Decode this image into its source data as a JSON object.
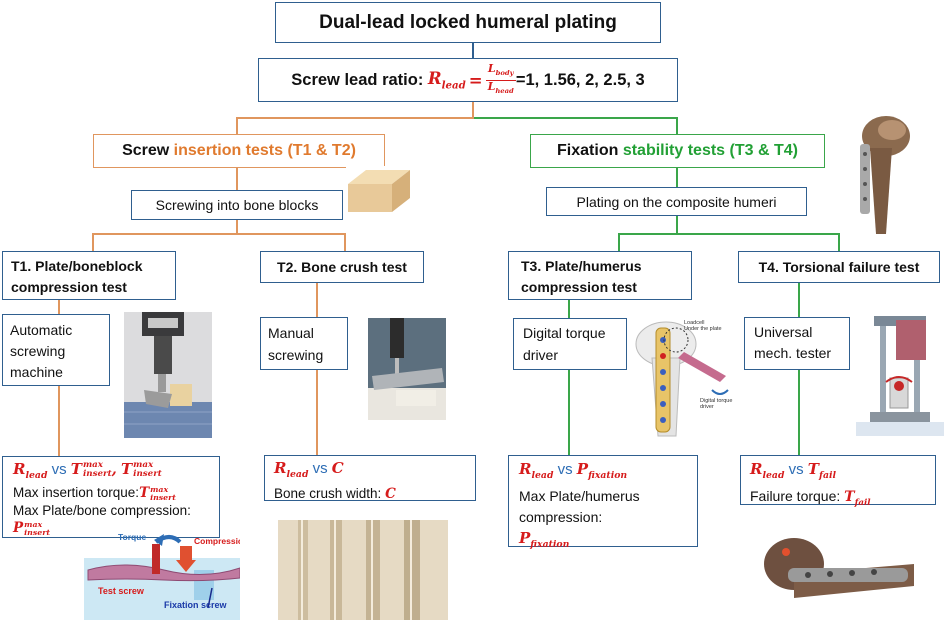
{
  "title": "Dual-lead locked humeral plating",
  "ratio": {
    "label": "Screw lead ratio:",
    "r_symbol": "R",
    "r_sub": "lead",
    "eq": "=",
    "num_symbol": "L",
    "num_sub": "body",
    "den_symbol": "L",
    "den_sub": "head",
    "values": "=1, 1.56, 2, 2.5, 3"
  },
  "insertion": {
    "pre": "Screw ",
    "highlight": "insertion tests (T1 & T2)",
    "sub_box": "Screwing into bone blocks"
  },
  "fixation": {
    "pre": "Fixation ",
    "highlight": "stability tests (T3 & T4)",
    "sub_box": "Plating on the composite humeri"
  },
  "t1": {
    "title": "T1. Plate/boneblock compression test",
    "method": "Automatic screwing machine",
    "r": "R",
    "r_sub": "lead",
    "vs": "vs",
    "t": "T",
    "t_sup": "max",
    "t_sub": "insert",
    "comma": ",",
    "line2": "Max insertion torque:",
    "line3": "Max Plate/bone compression:",
    "p": "P",
    "p_sup": "max",
    "p_sub": "insert"
  },
  "t2": {
    "title": "T2. Bone crush test",
    "method": "Manual screwing",
    "r": "R",
    "r_sub": "lead",
    "vs": "vs",
    "c": "C",
    "line2": "Bone crush width:"
  },
  "t3": {
    "title": "T3. Plate/humerus compression test",
    "method": "Digital torque driver",
    "r": "R",
    "r_sub": "lead",
    "vs": "vs",
    "p": "P",
    "p_sub": "fixation",
    "line2": "Max Plate/humerus compression:"
  },
  "t4": {
    "title": "T4. Torsional failure test",
    "method": "Universal mech. tester",
    "r": "R",
    "r_sub": "lead",
    "vs": "vs",
    "t": "T",
    "t_sub": "fail",
    "line2": "Failure torque:"
  },
  "illustration": {
    "torque": "Torque",
    "compression": "Compression",
    "test_screw": "Test screw",
    "fixation_screw": "Fixation screw"
  },
  "humerus_labels": {
    "loadcell": "Loadcell",
    "under_plate": "Under the plate",
    "digital_driver": "Digital torque driver"
  }
}
